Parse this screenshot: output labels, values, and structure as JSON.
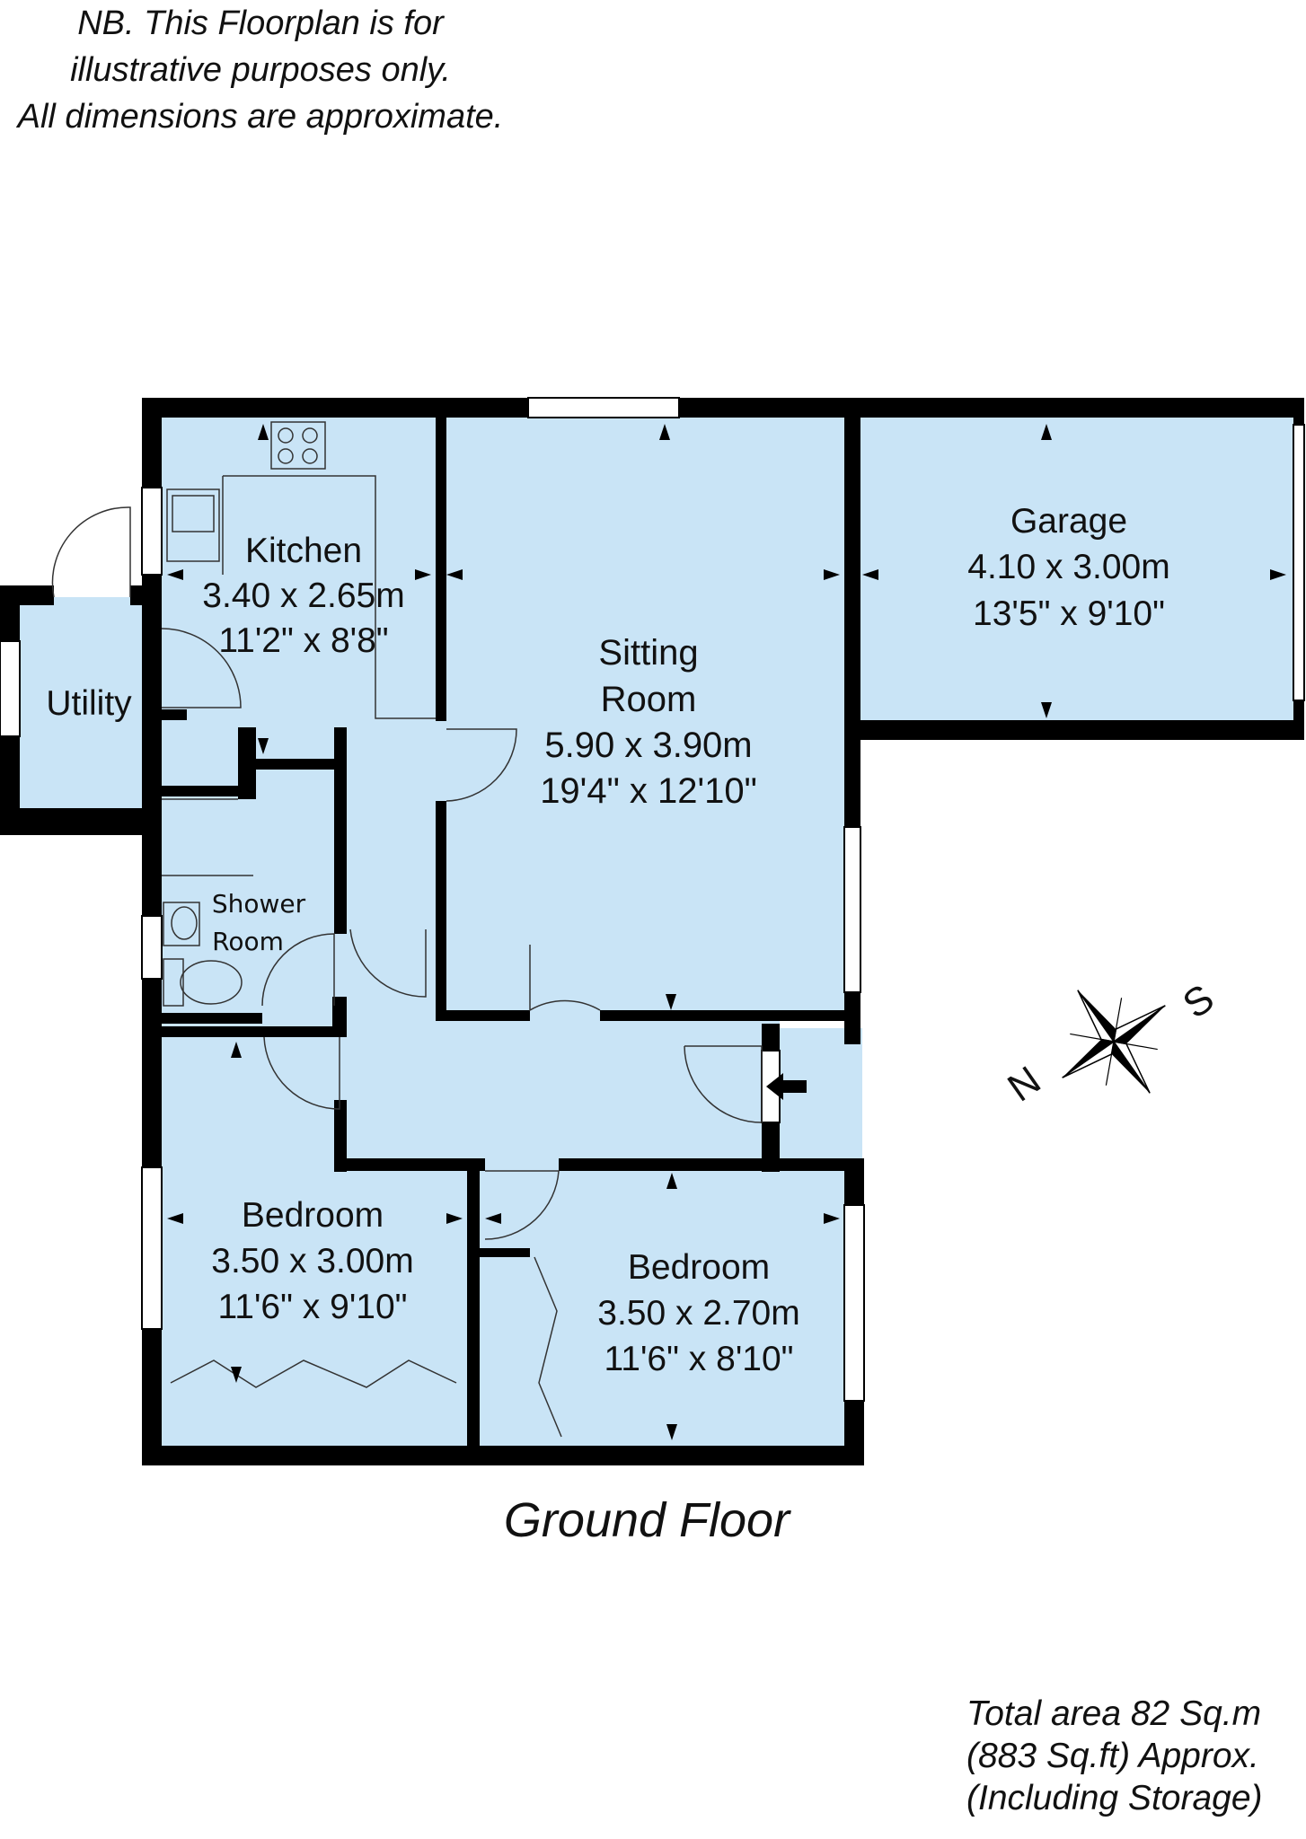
{
  "disclaimer": {
    "line1": "NB. This Floorplan is for",
    "line2": "illustrative purposes only.",
    "line3": "All dimensions are approximate."
  },
  "rooms": {
    "kitchen": {
      "name": "Kitchen",
      "metric": "3.40 x 2.65m",
      "imperial": "11'2\" x 8'8\""
    },
    "sitting": {
      "name1": "Sitting",
      "name2": "Room",
      "metric": "5.90 x 3.90m",
      "imperial": "19'4\" x 12'10\""
    },
    "garage": {
      "name": "Garage",
      "metric": "4.10 x 3.00m",
      "imperial": "13'5\" x 9'10\""
    },
    "utility": {
      "name": "Utility"
    },
    "shower": {
      "name1": "Shower",
      "name2": "Room"
    },
    "bedroom1": {
      "name": "Bedroom",
      "metric": "3.50 x 3.00m",
      "imperial": "11'6\" x 9'10\""
    },
    "bedroom2": {
      "name": "Bedroom",
      "metric": "3.50 x 2.70m",
      "imperial": "11'6\" x 8'10\""
    }
  },
  "compass": {
    "north": "N",
    "south": "S"
  },
  "floor_title": "Ground Floor",
  "total_area": {
    "line1": "Total area 82 Sq.m",
    "line2": "(883 Sq.ft) Approx.",
    "line3": "(Including Storage)"
  },
  "colors": {
    "room_fill": "#c9e4f6",
    "wall": "#000000",
    "window": "#ffffff"
  }
}
